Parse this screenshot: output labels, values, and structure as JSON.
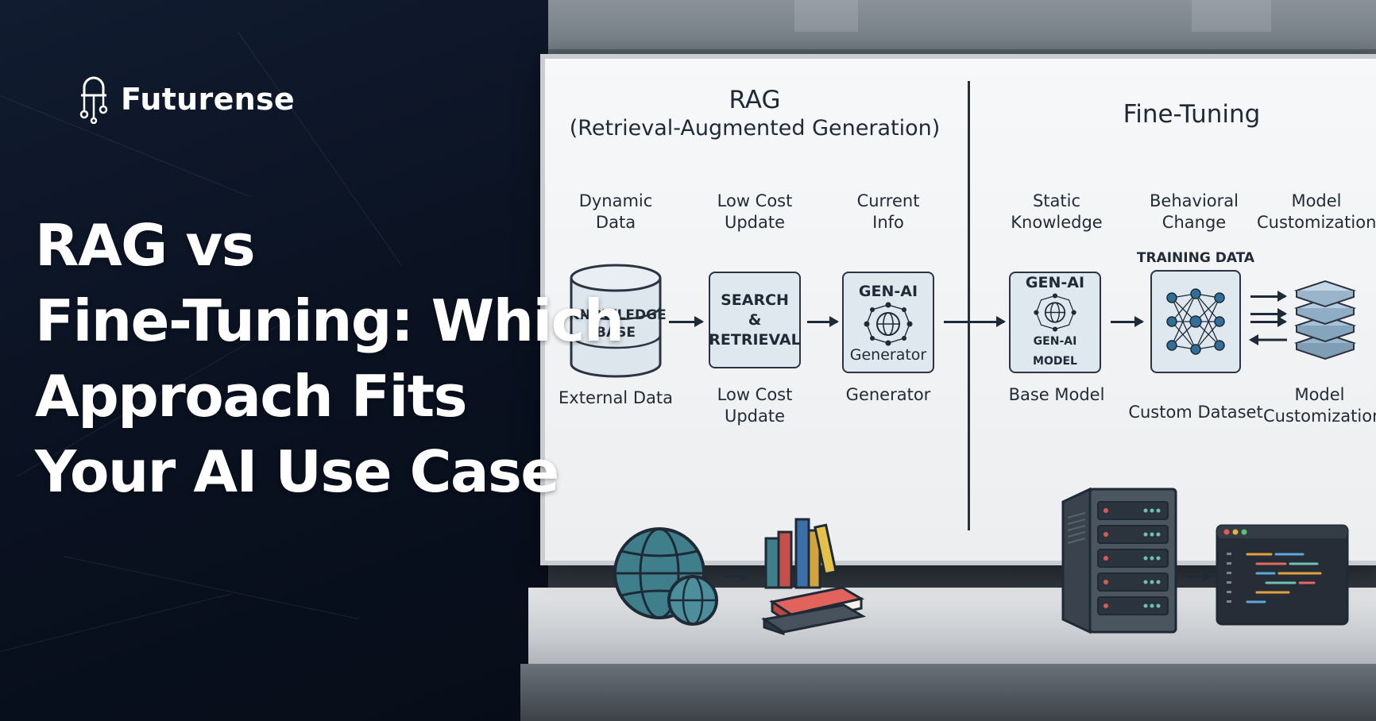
{
  "brand": {
    "name": "Futurense",
    "logo_icon": "circuit-lock-icon"
  },
  "headline": "RAG vs\nFine-Tuning: Which\nApproach Fits\nYour AI Use Case",
  "rag": {
    "title": "RAG",
    "subtitle": "(Retrieval-Augmented Generation)",
    "top_labels": [
      "Dynamic\nData",
      "Low Cost\nUpdate",
      "Current\nInfo"
    ],
    "knowledge_base": "KNOWLEDGE\nBASE",
    "search_box": "SEARCH\n&\nRETRIEVAL",
    "generator_box_title": "GEN-AI",
    "generator_box_sub": "Generator",
    "bottom_labels": [
      "External Data",
      "Low Cost\nUpdate",
      "Generator"
    ]
  },
  "fine_tuning": {
    "title": "Fine-Tuning",
    "top_labels": [
      "Static\nKnowledge",
      "Behavioral\nChange",
      "Model\nCustomization"
    ],
    "base_box_title": "GEN-AI",
    "base_box_sub": "GEN-AI MODEL",
    "training_label": "TRAINING DATA",
    "bottom_labels": [
      "Base Model",
      "Custom Dataset",
      "Model\nCustomization"
    ]
  },
  "colors": {
    "panel": "#0b1322",
    "box_fill": "#dfe8ef",
    "ink": "#1f2a37",
    "accent_teal": "#3f7f8c"
  }
}
